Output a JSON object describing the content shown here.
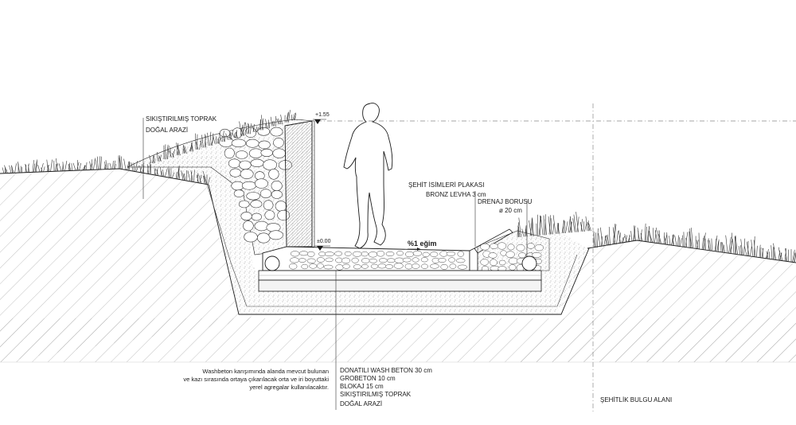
{
  "labels": {
    "compacted_soil_natural_top": "SIKIŞTIRILMIŞ TOPRAK",
    "natural_ground_top": "DOĞAL ARAZİ",
    "level_top": "+1.55",
    "level_bottom": "±0.00",
    "plaque_line1": "ŞEHİT İSİMLERİ PLAKASI",
    "plaque_line2": "BRONZ LEVHA 3 cm",
    "drain_line1": "DRENAJ BORUSU",
    "drain_line2": "ø 20 cm",
    "slope": "%1 eğim",
    "layer_1": "DONATILI WASH BETON 30 cm",
    "layer_2": "GROBETON 10 cm",
    "layer_3": "BLOKAJ 15 cm",
    "layer_4": "SIKIŞTIRILMIŞ TOPRAK",
    "layer_5": "DOĞAL ARAZİ",
    "note_line1": "Washbeton karışımında alanda mevcut bulunan",
    "note_line2": "ve kazı sırasında ortaya çıkarılacak orta ve iri boyuttaki",
    "note_line3": "yerel agregalar kullanılacaktır.",
    "area": "ŞEHİTLİK BULGU ALANI"
  },
  "colors": {
    "line": "#1a1a1a",
    "hatch": "#9a9a9a",
    "gravel": "#bdbdbd"
  }
}
